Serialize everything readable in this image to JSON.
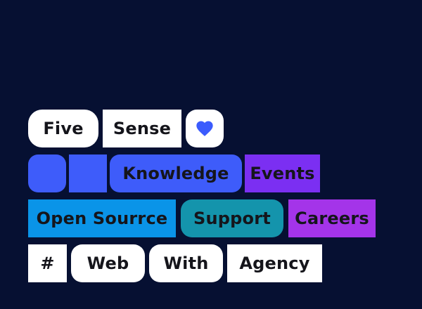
{
  "colors": {
    "background": "#061032",
    "tile_white": "#ffffff",
    "royal_blue": "#3e5cfa",
    "sky_blue": "#0a94e8",
    "teal": "#1494ac",
    "violet": "#7b2ff2",
    "magenta": "#a434e9",
    "text_dark": "#15151b",
    "heart_blue": "#3b5bfd"
  },
  "rows": [
    {
      "items": [
        {
          "label": "Five"
        },
        {
          "label": "Sense"
        },
        {
          "icon": "heart-icon"
        }
      ]
    },
    {
      "items": [
        {
          "label": ""
        },
        {
          "label": ""
        },
        {
          "label": "Knowledge"
        },
        {
          "label": "Events"
        }
      ]
    },
    {
      "items": [
        {
          "label": "Open Sourrce"
        },
        {
          "label": "Support"
        },
        {
          "label": "Careers"
        }
      ]
    },
    {
      "items": [
        {
          "label": "#"
        },
        {
          "label": "Web"
        },
        {
          "label": "With"
        },
        {
          "label": "Agency"
        }
      ]
    }
  ]
}
